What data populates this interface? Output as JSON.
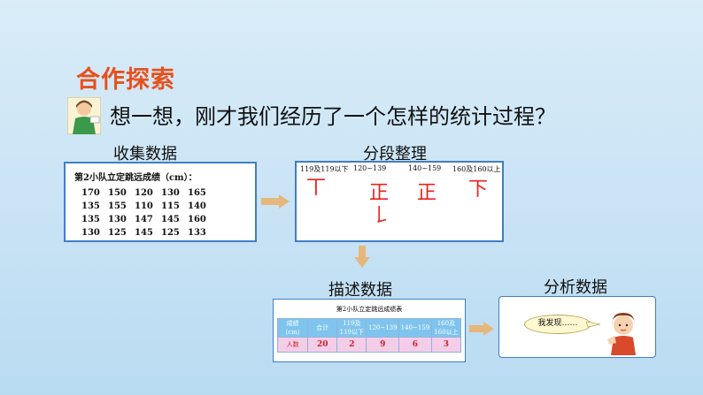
{
  "title": "合作探索",
  "question": "想一想，刚才我们经历了一个怎样的统计过程？",
  "steps": {
    "collect": "收集数据",
    "organize": "分段整理",
    "describe": "描述数据",
    "analyze": "分析数据"
  },
  "collect_box": {
    "heading": "第2小队立定跳远成绩（cm）：",
    "rows": [
      [
        "170",
        "150",
        "120",
        "130",
        "165"
      ],
      [
        "135",
        "155",
        "110",
        "115",
        "140"
      ],
      [
        "135",
        "130",
        "147",
        "145",
        "160"
      ],
      [
        "130",
        "125",
        "145",
        "125",
        "133"
      ]
    ]
  },
  "organize_box": {
    "ranges": [
      "119及119以下",
      "120~139",
      "140~159",
      "160及160以上"
    ],
    "tallies": [
      "丅",
      "正",
      "正",
      "下"
    ],
    "extra_tally": "𠄌"
  },
  "describe_table": {
    "caption": "第2小队立定跳远成绩表",
    "headers": [
      "成绩（cm）",
      "合计",
      "119及119以下",
      "120~139",
      "140~159",
      "160及160以上"
    ],
    "row_label": "人数",
    "counts": [
      "20",
      "2",
      "9",
      "6",
      "3"
    ]
  },
  "analyze_box": {
    "bubble": "我发现……"
  },
  "colors": {
    "title": "#e8501c",
    "tally": "#e8231c",
    "box_border": "#3f7fc4",
    "arrow": "#e6b77a"
  }
}
